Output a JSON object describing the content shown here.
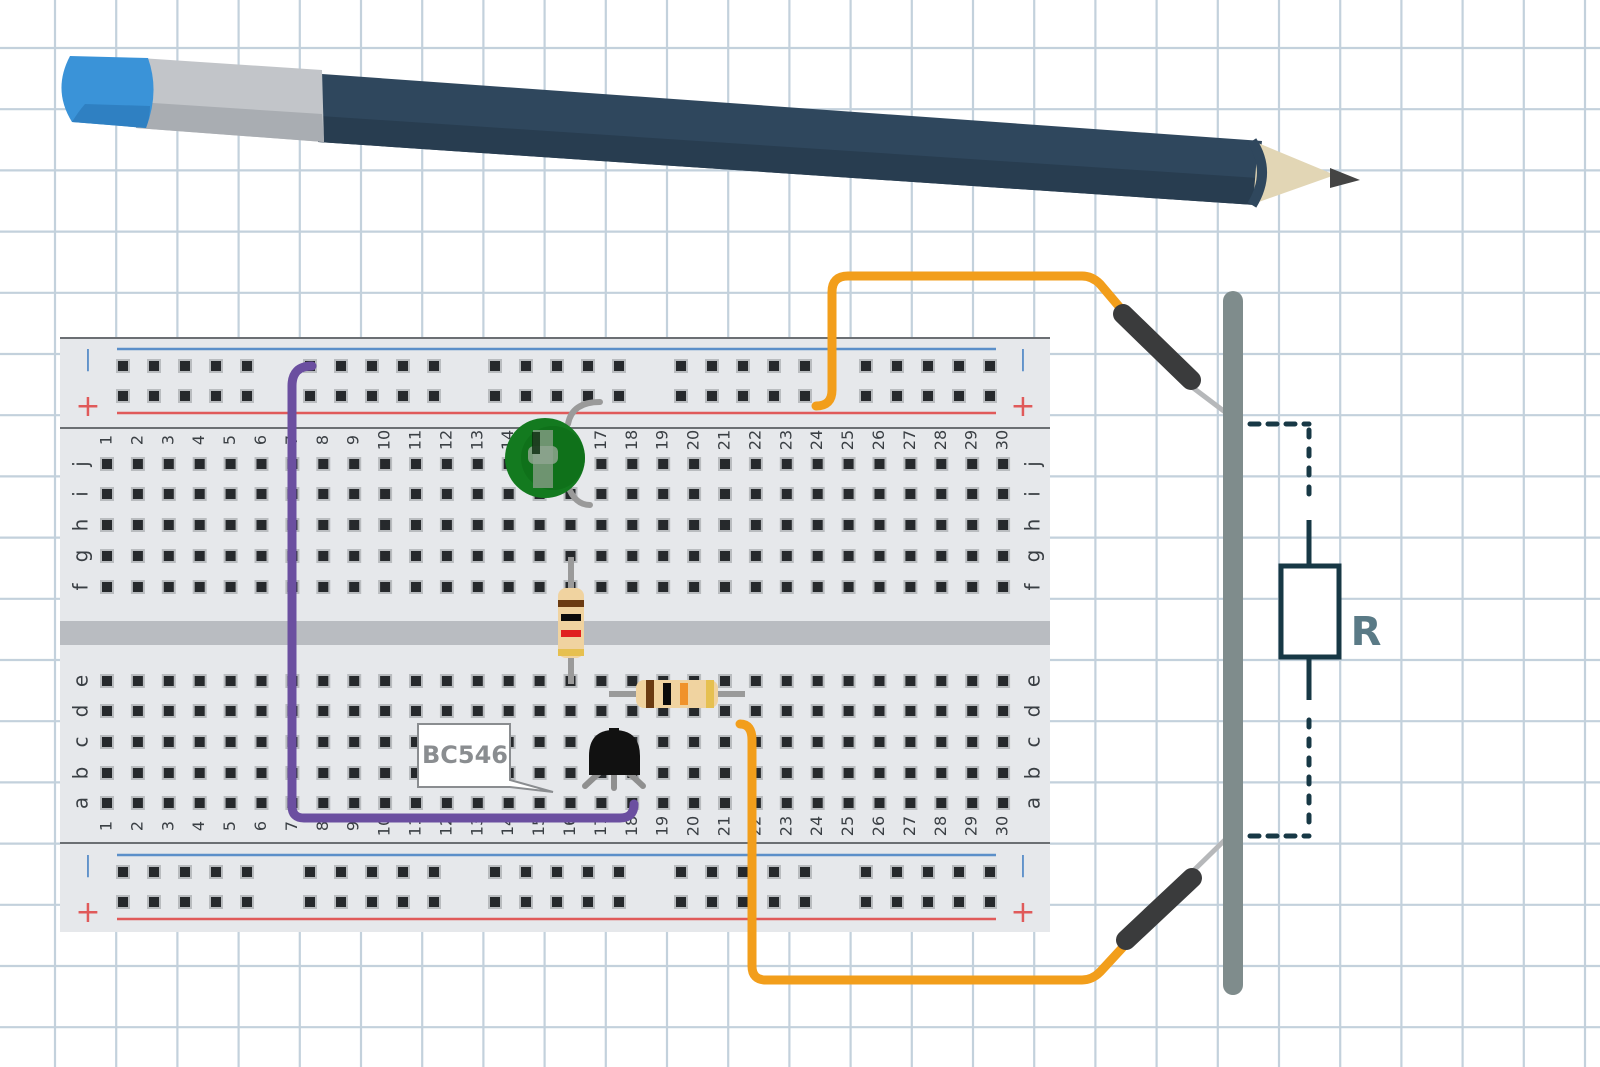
{
  "scene": {
    "title": "Breadboard circuit with BC546 transistor and resistance sensing probes",
    "background": "graph-paper"
  },
  "colors": {
    "grid_line": "#c3d1dc",
    "board": "#e6e8eb",
    "board_edge": "#6b6f73",
    "hole": "#26292c",
    "hole_shadow": "#b9bcbf",
    "channel": "#b9bcc1",
    "rail_minus": "#5b8fc9",
    "rail_plus": "#e05a5a",
    "wire_purple": "#6b4fa0",
    "wire_orange": "#f29e1b",
    "led_green": "#137a1f",
    "transistor": "#111111",
    "probe_rod": "#7f8c8c",
    "schematic": "#173845",
    "pencil_body": "#2f475d",
    "pencil_ferrule": "#c2c5c9",
    "pencil_eraser": "#3a93d8",
    "pencil_wood": "#e2d6b5",
    "pencil_lead": "#444444"
  },
  "breadboard": {
    "columns": [
      "1",
      "2",
      "3",
      "4",
      "5",
      "6",
      "7",
      "8",
      "9",
      "10",
      "11",
      "12",
      "13",
      "14",
      "15",
      "16",
      "17",
      "18",
      "19",
      "20",
      "21",
      "22",
      "23",
      "24",
      "25",
      "26",
      "27",
      "28",
      "29",
      "30"
    ],
    "rows_top": [
      "j",
      "i",
      "h",
      "g",
      "f"
    ],
    "rows_bottom": [
      "e",
      "d",
      "c",
      "b",
      "a"
    ],
    "rail_minus_symbol": "|",
    "rail_plus_symbol": "+"
  },
  "components": {
    "led": {
      "name": "green-led",
      "color": "green"
    },
    "transistor": {
      "name": "transistor",
      "label": "BC546"
    },
    "resistor_vertical": {
      "bands": [
        "brown",
        "black",
        "red",
        "gold"
      ]
    },
    "resistor_horizontal": {
      "bands": [
        "brown",
        "black",
        "orange",
        "gold"
      ]
    },
    "schematic_resistor": {
      "label": "R"
    }
  },
  "callout": {
    "text": "BC546"
  },
  "schematic": {
    "label": "R"
  }
}
